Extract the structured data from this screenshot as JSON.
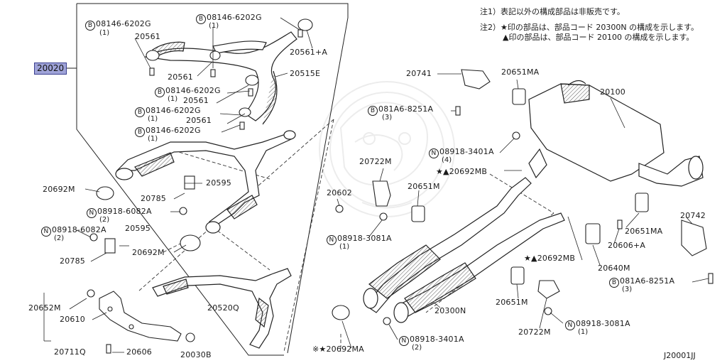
{
  "diagram": {
    "title_code": "J20001JJ",
    "notes": {
      "note1": "注1）表記以外の構成部品は非販売です。",
      "note2_line1": "注2）★印の部品は、部品コード 20300N の構成を示します。",
      "note2_line2": "▲印の部品は、部品コード 20100 の構成を示します。"
    },
    "assembly_highlight": "20020",
    "symbols": {
      "bolt": "B",
      "nut": "N"
    },
    "labels": {
      "b1": "08146-6202G",
      "b1q": "(1)",
      "b2": "08146-6202G",
      "b2q": "(1)",
      "b3": "08146-6202G",
      "b3q": "(1)",
      "b4": "08146-6202G",
      "b4q": "(1)",
      "b5": "08146-6202G",
      "b5q": "(1)",
      "p20561a": "20561",
      "p20561plusA": "20561+A",
      "p20561b": "20561",
      "p20561c": "20561",
      "p20561d": "20561",
      "p20515E": "20515E",
      "p20692M_1": "20692M",
      "p20595_1": "20595",
      "p20785_1": "20785",
      "n1": "08918-6082A",
      "n1q": "(2)",
      "n2": "08918-6082A",
      "n2q": "(2)",
      "p20595_2": "20595",
      "p20692M_2": "20692M",
      "p20785_2": "20785",
      "p20652M": "20652M",
      "p20610": "20610",
      "p20711Q": "20711Q",
      "p20606": "20606",
      "p20030B": "20030B",
      "p20520Q": "20520Q",
      "p20602": "20602",
      "p20741": "20741",
      "p20651MA_1": "20651MA",
      "p20100": "20100",
      "b6": "081A6-8251A",
      "b6q": "(3)",
      "n3": "08918-3401A",
      "n3q": "(4)",
      "p20692MB_1": "★▲20692MB",
      "p20722M_1": "20722M",
      "p20651M_1": "20651M",
      "n4": "08918-3081A",
      "n4q": "(1)",
      "p20742": "20742",
      "p20651MA_2": "20651MA",
      "p20606plusA": "20606+A",
      "p20692MB_2": "★▲20692MB",
      "p20640M": "20640M",
      "b7": "081A6-8251A",
      "b7q": "(3)",
      "p20300N": "20300N",
      "p20651M_2": "20651M",
      "n5": "08918-3081A",
      "n5q": "(1)",
      "p20722M_2": "20722M",
      "p20692MA": "※★20692MA",
      "n6": "08918-3401A",
      "n6q": "(2)"
    }
  }
}
